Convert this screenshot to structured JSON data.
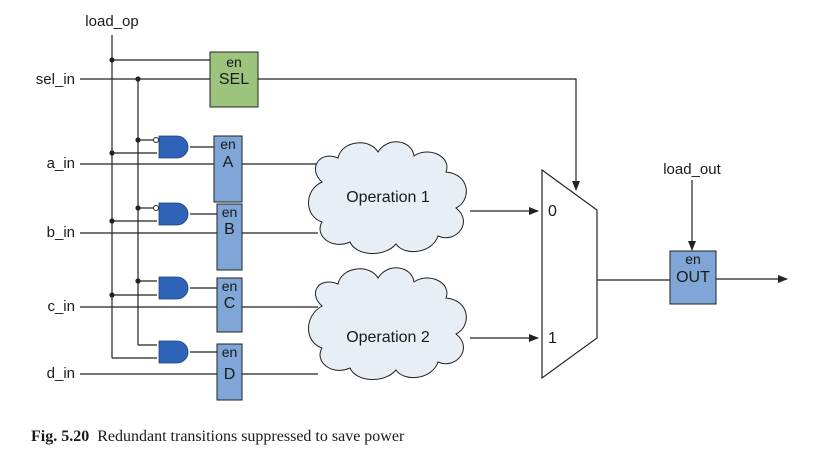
{
  "signals": {
    "load_op": "load_op",
    "sel_in": "sel_in",
    "a_in": "a_in",
    "b_in": "b_in",
    "c_in": "c_in",
    "d_in": "d_in",
    "load_out": "load_out"
  },
  "registers": {
    "sel": {
      "en": "en",
      "name": "SEL"
    },
    "a": {
      "en": "en",
      "name": "A"
    },
    "b": {
      "en": "en",
      "name": "B"
    },
    "c": {
      "en": "en",
      "name": "C"
    },
    "d": {
      "en": "en",
      "name": "D"
    },
    "out": {
      "en": "en",
      "name": "OUT"
    }
  },
  "operations": {
    "op1": "Operation 1",
    "op2": "Operation 2"
  },
  "mux": {
    "in0": "0",
    "in1": "1"
  },
  "caption": {
    "label": "Fig. 5.20",
    "text": "Redundant transitions suppressed to save power"
  },
  "colors": {
    "sel_register": "#9dc47d",
    "register": "#7fa6d6",
    "and_gate": "#2f63b8",
    "cloud": "#e8eef5",
    "wire": "#222222"
  }
}
